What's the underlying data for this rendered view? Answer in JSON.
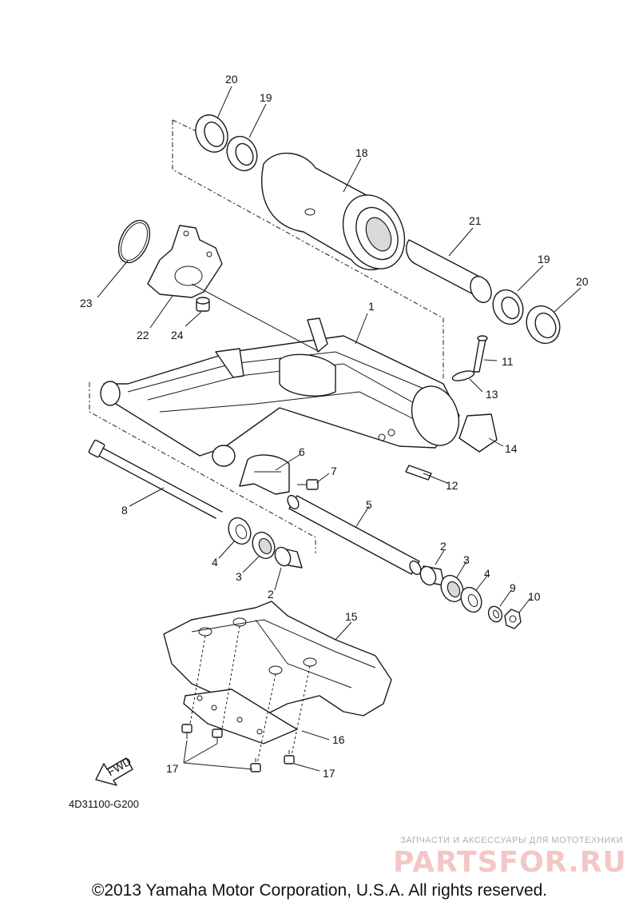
{
  "diagram": {
    "code": "4D31100-G200",
    "fwd_label": "FWD",
    "callouts": [
      {
        "id": "c1",
        "text": "1"
      },
      {
        "id": "c2a",
        "text": "2"
      },
      {
        "id": "c2b",
        "text": "2"
      },
      {
        "id": "c3a",
        "text": "3"
      },
      {
        "id": "c3b",
        "text": "3"
      },
      {
        "id": "c4a",
        "text": "4"
      },
      {
        "id": "c4b",
        "text": "4"
      },
      {
        "id": "c5",
        "text": "5"
      },
      {
        "id": "c6",
        "text": "6"
      },
      {
        "id": "c7",
        "text": "7"
      },
      {
        "id": "c8",
        "text": "8"
      },
      {
        "id": "c9",
        "text": "9"
      },
      {
        "id": "c10",
        "text": "10"
      },
      {
        "id": "c11",
        "text": "11"
      },
      {
        "id": "c12",
        "text": "12"
      },
      {
        "id": "c13",
        "text": "13"
      },
      {
        "id": "c14",
        "text": "14"
      },
      {
        "id": "c15",
        "text": "15"
      },
      {
        "id": "c16",
        "text": "16"
      },
      {
        "id": "c17a",
        "text": "17"
      },
      {
        "id": "c17b",
        "text": "17"
      },
      {
        "id": "c18",
        "text": "18"
      },
      {
        "id": "c19a",
        "text": "19"
      },
      {
        "id": "c19b",
        "text": "19"
      },
      {
        "id": "c20a",
        "text": "20"
      },
      {
        "id": "c20b",
        "text": "20"
      },
      {
        "id": "c21",
        "text": "21"
      },
      {
        "id": "c22",
        "text": "22"
      },
      {
        "id": "c23",
        "text": "23"
      },
      {
        "id": "c24",
        "text": "24"
      }
    ]
  },
  "watermark": {
    "tagline": "ЗАПЧАСТИ И АКСЕССУАРЫ ДЛЯ МОТОТЕХНИКИ",
    "logo_text": "PARTSFOR.RU"
  },
  "footer": {
    "copyright": "©2013 Yamaha Motor Corporation, U.S.A. All rights reserved."
  }
}
